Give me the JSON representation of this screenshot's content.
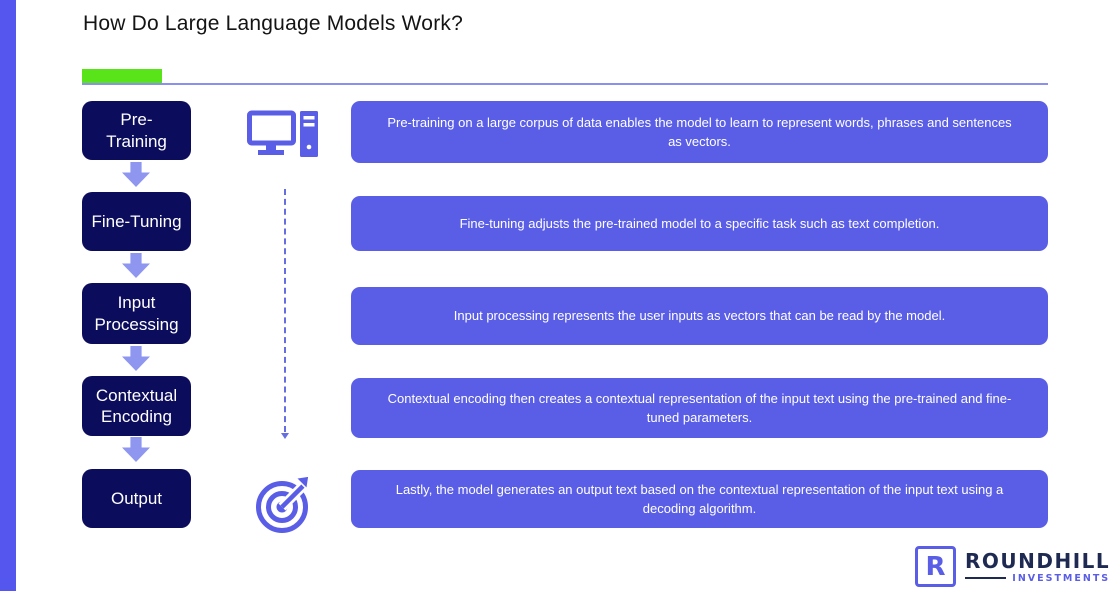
{
  "title": "How Do Large Language Models Work?",
  "steps": [
    {
      "label": "Pre-\nTraining",
      "description": "Pre-training on a large corpus of data enables the model to learn to represent words, phrases and sentences as vectors.",
      "icon": "desktop-computer-icon"
    },
    {
      "label": "Fine-Tuning",
      "description": "Fine-tuning adjusts the pre-trained model to a specific task such as text completion.",
      "icon": "none"
    },
    {
      "label": "Input\nProcessing",
      "description": "Input processing represents the user inputs as vectors that can be read by the model.",
      "icon": "none"
    },
    {
      "label": "Contextual\nEncoding",
      "description": "Contextual encoding then creates a contextual representation of the input text using the pre-trained and fine-tuned parameters.",
      "icon": "none"
    },
    {
      "label": "Output",
      "description": "Lastly, the model generates an output text based on the contextual representation of the input text using a decoding algorithm.",
      "icon": "target-arrow-icon"
    }
  ],
  "logo": {
    "mark": "R",
    "name": "ROUNDHILL",
    "subtitle": "INVESTMENTS"
  },
  "colors": {
    "accent_green": "#59e41a",
    "step_navy": "#0c0c5c",
    "description_purple": "#5a5ee6",
    "arrow_purple": "#8e96f0",
    "sidebar_purple": "#5456ee",
    "logo_navy": "#1e2a52"
  }
}
